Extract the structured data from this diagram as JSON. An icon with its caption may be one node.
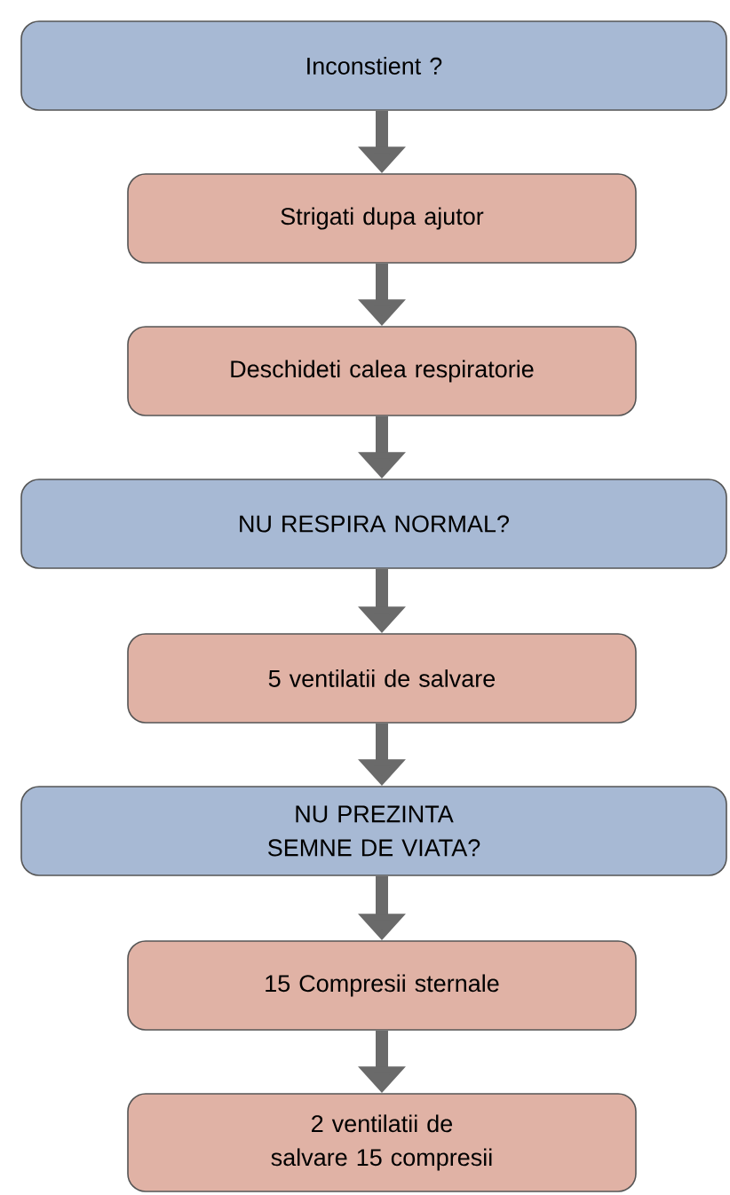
{
  "diagram": {
    "nodes": [
      {
        "text": [
          "Inconstient ?"
        ]
      },
      {
        "text": [
          "Strigati dupa ajutor"
        ]
      },
      {
        "text": [
          "Deschideti calea respiratorie"
        ]
      },
      {
        "text": [
          "NU RESPIRA NORMAL?"
        ]
      },
      {
        "text": [
          "5 ventilatii de salvare"
        ]
      },
      {
        "text": [
          "NU PREZINTA SEMNE DE VIATA?"
        ]
      },
      {
        "text": [
          "15 Compresii sternale"
        ]
      },
      {
        "text": [
          "2 ventilatii de salvare 15 compresii"
        ]
      }
    ],
    "edges": [
      {
        "from": 0,
        "to": 1,
        "arrow": "to"
      },
      {
        "from": 1,
        "to": 2,
        "arrow": "to"
      },
      {
        "from": 2,
        "to": 3,
        "arrow": "to"
      },
      {
        "from": 3,
        "to": 4,
        "arrow": "to"
      },
      {
        "from": 4,
        "to": 5,
        "arrow": "to"
      },
      {
        "from": 5,
        "to": 6,
        "arrow": "to"
      },
      {
        "from": 6,
        "to": 7,
        "arrow": "to"
      }
    ]
  }
}
